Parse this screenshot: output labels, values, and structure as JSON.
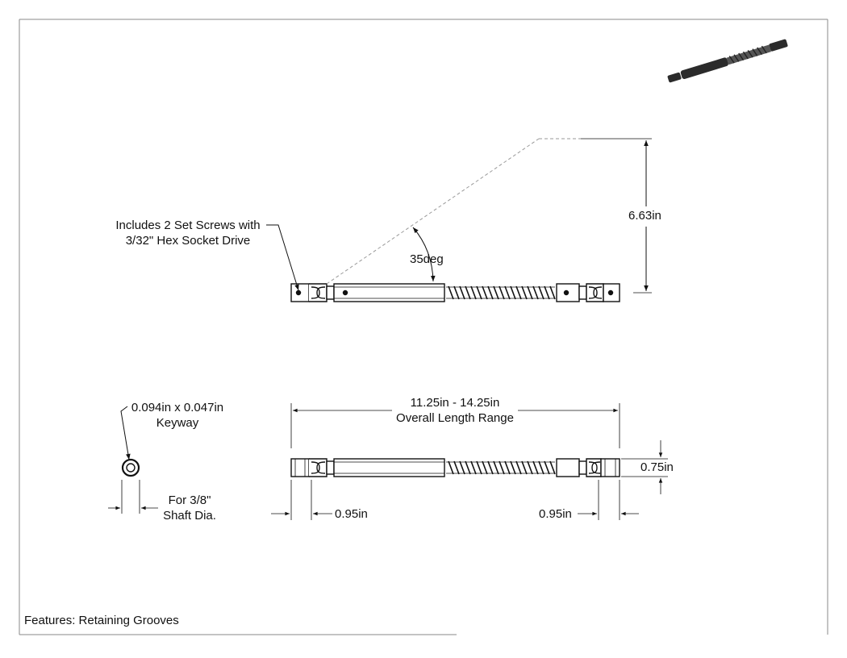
{
  "notes": {
    "set_screws_line1": "Includes 2 Set Screws with",
    "set_screws_line2": "3/32\" Hex Socket Drive",
    "keyway_line1": "0.094in x 0.047in",
    "keyway_line2": "Keyway",
    "shaft_line1": "For 3/8\"",
    "shaft_line2": "Shaft Dia.",
    "features": "Features: Retaining Grooves"
  },
  "dimensions": {
    "angle": "35deg",
    "height": "6.63in",
    "length_range": "11.25in - 14.25in",
    "length_caption": "Overall Length Range",
    "diameter": "0.75in",
    "left_end": "0.95in",
    "right_end": "0.95in"
  },
  "colors": {
    "line": "#111111",
    "border": "#888888",
    "dashed": "#9a9a9a",
    "part_fill": "#ffffff",
    "iso_part": "#2b2b2b"
  }
}
